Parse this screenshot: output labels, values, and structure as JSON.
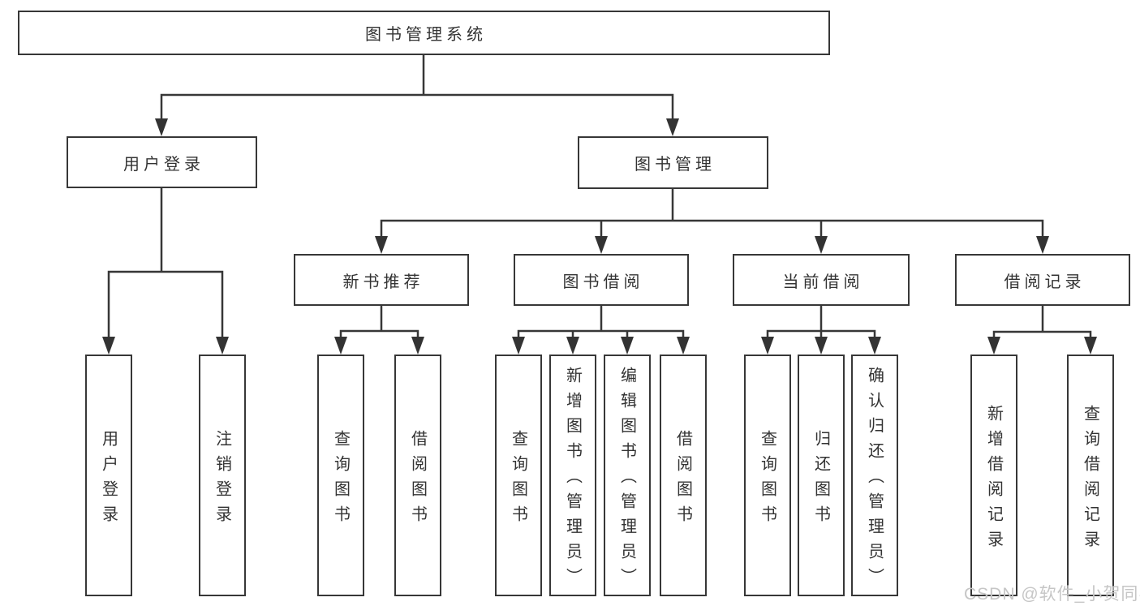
{
  "diagram": {
    "root": {
      "label": "图书管理系统"
    },
    "level2": [
      {
        "id": "user-login",
        "label": "用户登录"
      },
      {
        "id": "book-management",
        "label": "图书管理"
      }
    ],
    "level3": [
      {
        "id": "new-book-recommend",
        "label": "新书推荐",
        "parent": "图书管理"
      },
      {
        "id": "book-borrow",
        "label": "图书借阅",
        "parent": "图书管理"
      },
      {
        "id": "current-borrow",
        "label": "当前借阅",
        "parent": "图书管理"
      },
      {
        "id": "borrow-records",
        "label": "借阅记录",
        "parent": "图书管理"
      }
    ],
    "leaves": [
      {
        "group": "用户登录",
        "label": "用户登录"
      },
      {
        "group": "用户登录",
        "label": "注销登录"
      },
      {
        "group": "新书推荐",
        "label": "查询图书"
      },
      {
        "group": "新书推荐",
        "label": "借阅图书"
      },
      {
        "group": "图书借阅",
        "label": "查询图书"
      },
      {
        "group": "图书借阅",
        "label": "新增图书（管理员）"
      },
      {
        "group": "图书借阅",
        "label": "编辑图书（管理员）"
      },
      {
        "group": "图书借阅",
        "label": "借阅图书"
      },
      {
        "group": "当前借阅",
        "label": "查询图书"
      },
      {
        "group": "当前借阅",
        "label": "归还图书"
      },
      {
        "group": "当前借阅",
        "label": "确认归还（管理员）"
      },
      {
        "group": "借阅记录",
        "label": "新增借阅记录"
      },
      {
        "group": "借阅记录",
        "label": "查询借阅记录"
      }
    ]
  },
  "watermark": {
    "text": "CSDN @软件_小贺同学",
    "color": "#c6c6c6"
  },
  "colors": {
    "line": "#373737",
    "box_border": "#373737",
    "text": "#333333",
    "background": "#ffffff"
  }
}
